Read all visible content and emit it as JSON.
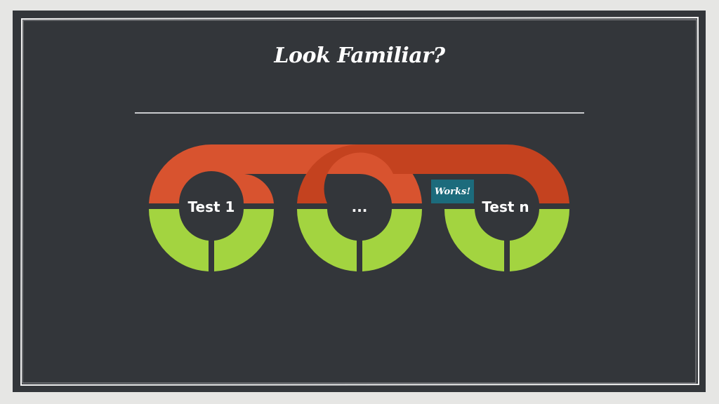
{
  "slide": {
    "title": "Look Familiar?",
    "nodes": [
      {
        "label": "Test 1"
      },
      {
        "label": "..."
      },
      {
        "label": "Test n"
      }
    ],
    "badge": "Works!"
  },
  "colors": {
    "background": "#33363a",
    "frame": "#e6e6e4",
    "red": "#d8532f",
    "red_dark": "#b8401f",
    "green": "#a3d440",
    "badge": "#1c6b7c"
  }
}
